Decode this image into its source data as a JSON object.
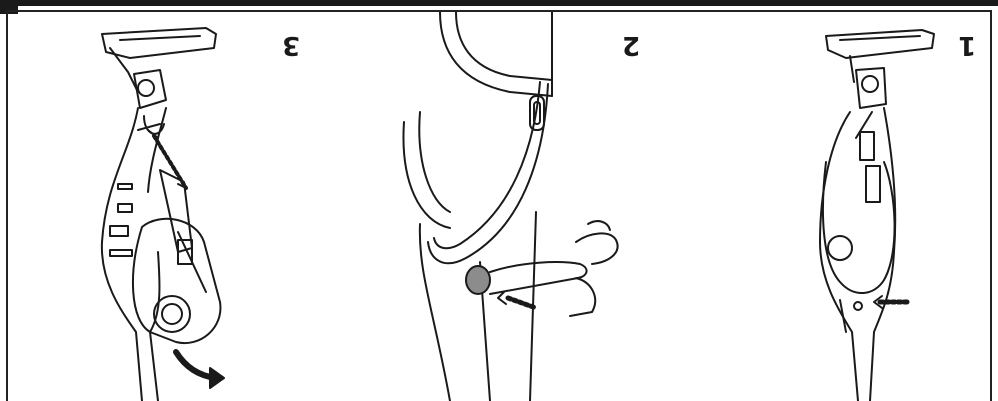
{
  "steps": [
    {
      "number": "1"
    },
    {
      "number": "2"
    },
    {
      "number": "3"
    }
  ],
  "colors": {
    "ink": "#1a1a1a",
    "button_grey": "#8c8c8c",
    "background": "#ffffff"
  }
}
